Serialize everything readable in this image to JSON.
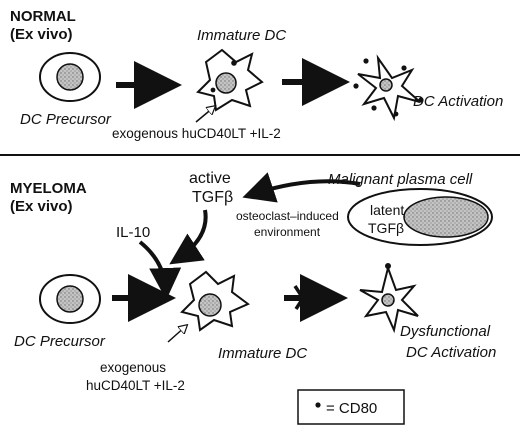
{
  "normal": {
    "title": "NORMAL",
    "subtitle": "(Ex vivo)",
    "precursor_label": "DC Precursor",
    "immature_label": "Immature DC",
    "stimulus_label": "exogenous huCD40LT +IL-2",
    "activation_label": "DC Activation"
  },
  "myeloma": {
    "title": "MYELOMA",
    "subtitle": "(Ex vivo)",
    "active_label": "active",
    "tgf_label": "TGFβ",
    "malignant_label": "Malignant plasma cell",
    "latent_label": "latent",
    "latent_tgf_label": "TGFβ",
    "osteoclast_line1": "osteoclast–induced",
    "osteoclast_line2": "environment",
    "il10_label": "IL-10",
    "precursor_label": "DC Precursor",
    "stimulus_line1": "exogenous",
    "stimulus_line2": "huCD40LT +IL-2",
    "immature_label": "Immature DC",
    "dysfunctional_line1": "Dysfunctional",
    "dysfunctional_line2": "DC Activation"
  },
  "legend": {
    "cd80_label": "= CD80"
  },
  "colors": {
    "ink": "#111111",
    "nucleus_fill": "#b9b9b9",
    "background": "#ffffff"
  }
}
